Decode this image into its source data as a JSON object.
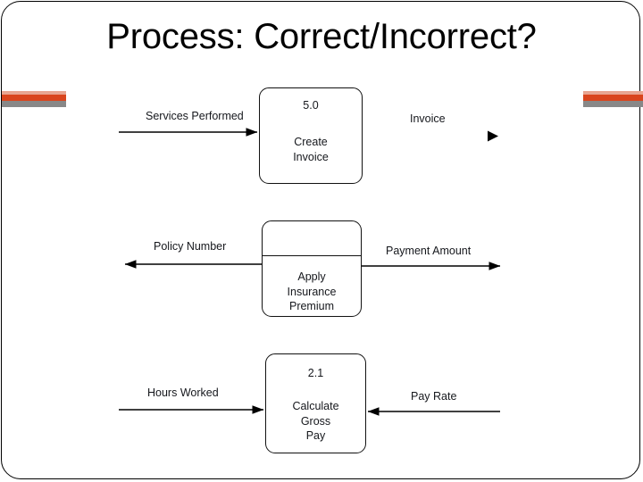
{
  "slide": {
    "title": "Process: Correct/Incorrect?",
    "accent_colors": {
      "light": "#e8a591",
      "orange": "#d9451e",
      "gray": "#888888"
    },
    "border_color": "#000000",
    "background": "#ffffff"
  },
  "diagram": {
    "rows": [
      {
        "id": "row-create-invoice",
        "box": {
          "number": "5.0",
          "label_lines": [
            "Create",
            "Invoice"
          ],
          "label": "Create Invoice",
          "has_divider": false
        },
        "left_flow": {
          "label": "Services Performed",
          "direction": "into-box",
          "has_line": true
        },
        "right_flow": {
          "label": "Invoice",
          "direction": "out-of-box",
          "has_line": false,
          "note": "arrowhead only, no connecting line"
        }
      },
      {
        "id": "row-apply-insurance-premium",
        "box": {
          "number": "",
          "label_lines": [
            "Apply",
            "Insurance",
            "Premium"
          ],
          "label": "Apply Insurance Premium",
          "has_divider": true
        },
        "left_flow": {
          "label": "Policy Number",
          "direction": "out-of-box",
          "has_line": true
        },
        "right_flow": {
          "label": "Payment Amount",
          "direction": "out-of-box",
          "has_line": true
        }
      },
      {
        "id": "row-calculate-gross-pay",
        "box": {
          "number": "2.1",
          "label_lines": [
            "Calculate",
            "Gross",
            "Pay"
          ],
          "label": "Calculate Gross Pay",
          "has_divider": false
        },
        "left_flow": {
          "label": "Hours Worked",
          "direction": "into-box",
          "has_line": true
        },
        "right_flow": {
          "label": "Pay Rate",
          "direction": "into-box",
          "has_line": true
        }
      }
    ]
  }
}
